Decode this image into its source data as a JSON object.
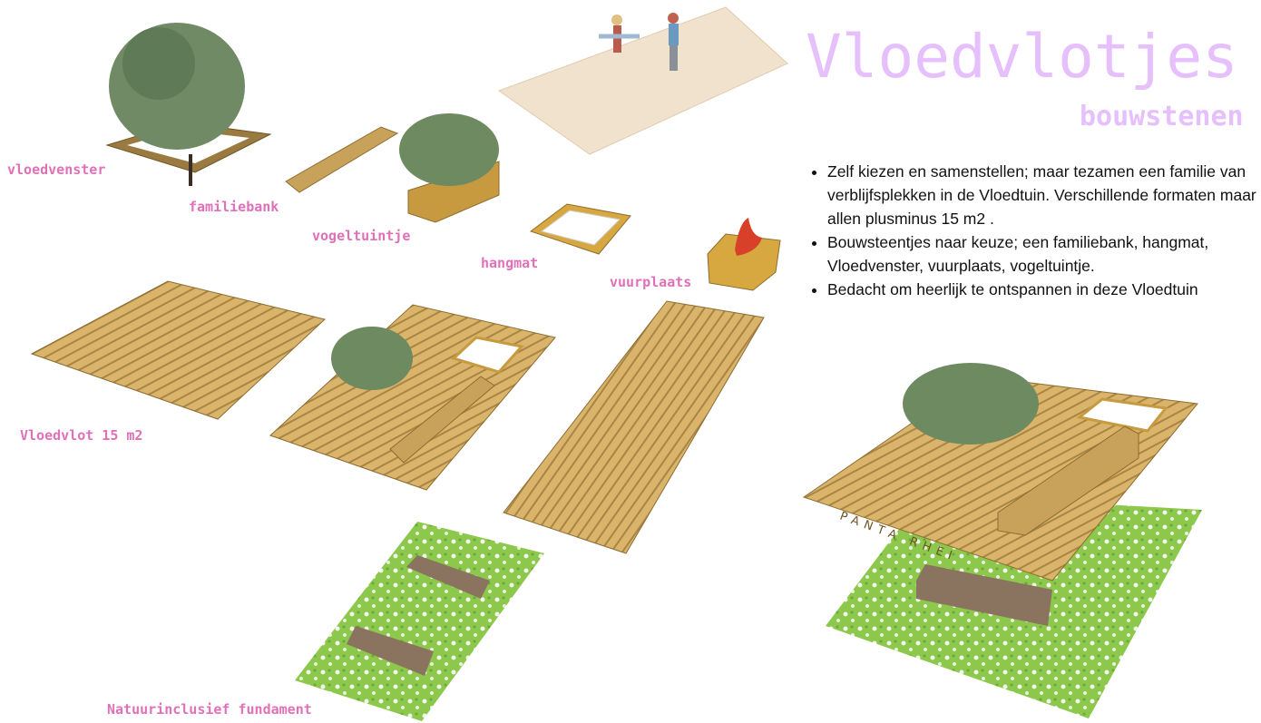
{
  "header": {
    "title": "Vloedvlotjes",
    "subtitle": "bouwstenen"
  },
  "bullets": [
    "Zelf kiezen en samenstellen; maar tezamen een familie van verblijfsplekken in de Vloedtuin.  Verschillende formaten maar allen plusminus 15 m2 .",
    "Bouwsteentjes naar keuze; een familiebank, hangmat, Vloedvenster, vuurplaats, vogeltuintje.",
    "Bedacht om heerlijk te ontspannen in deze Vloedtuin"
  ],
  "labels": {
    "vloedvenster": "vloedvenster",
    "familiebank": "familiebank",
    "vogeltuintje": "vogeltuintje",
    "hangmat": "hangmat",
    "vuurplaats": "vuurplaats",
    "vloedvlot": "Vloedvlot 15 m2",
    "fundament": "Natuurinclusief fundament"
  },
  "deck_engraving": "PANTA RHEI",
  "colors": {
    "title": "#e6c0fc",
    "label": "#e070b8",
    "wood": "#d9b46a",
    "grass": "#8cc84b"
  }
}
